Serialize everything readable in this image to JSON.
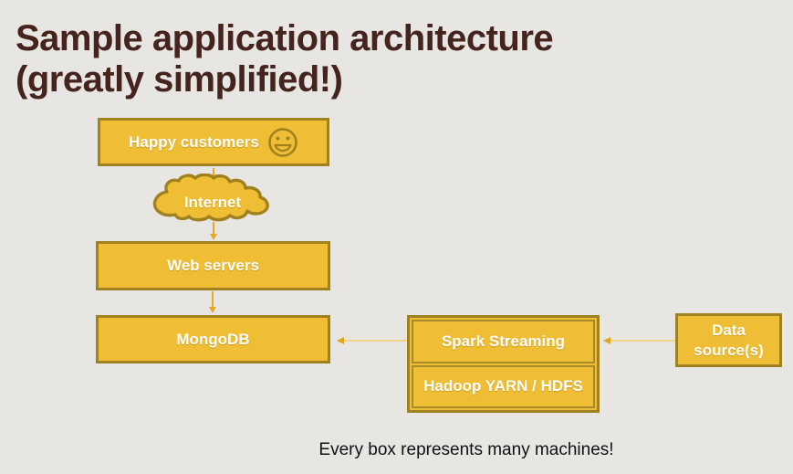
{
  "slide": {
    "title_line1": "Sample application architecture",
    "title_line2": "(greatly simplified!)",
    "footer_note": "Every box represents many machines!"
  },
  "nodes": {
    "happy_customers": "Happy customers",
    "internet": "Internet",
    "web_servers": "Web servers",
    "mongodb": "MongoDB",
    "spark_streaming": "Spark Streaming",
    "hadoop": "Hadoop YARN / HDFS",
    "data_sources": "Data source(s)"
  },
  "icons": {
    "smiley": "smiley-face-icon",
    "cloud": "cloud-shape-icon"
  },
  "edges": [
    {
      "from": "happy_customers",
      "to": "internet",
      "direction": "down"
    },
    {
      "from": "internet",
      "to": "web_servers",
      "direction": "down"
    },
    {
      "from": "web_servers",
      "to": "mongodb",
      "direction": "down"
    },
    {
      "from": "spark_streaming",
      "to": "mongodb",
      "direction": "left"
    },
    {
      "from": "data_sources",
      "to": "spark_streaming",
      "direction": "left"
    }
  ],
  "colors": {
    "background": "#e8e6e2",
    "box_fill": "#efbe34",
    "box_border": "#a0811f",
    "arrow": "#e3ab25",
    "title_text": "#45241d",
    "node_text": "#ffffff",
    "footer_text": "#111111"
  }
}
